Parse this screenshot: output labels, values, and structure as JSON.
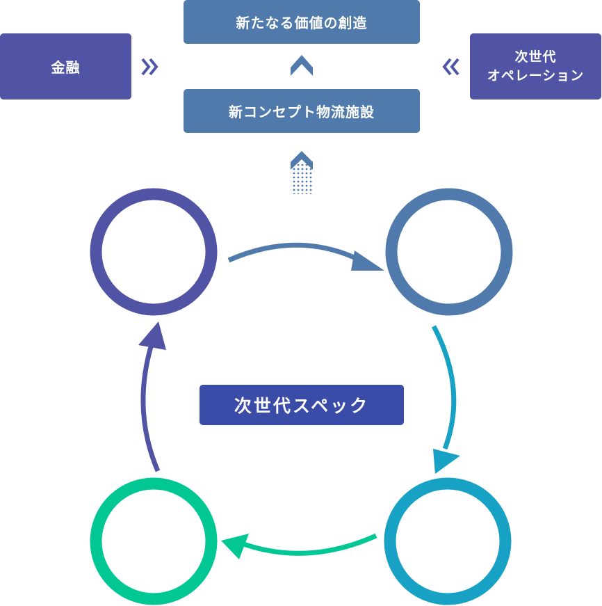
{
  "top_box": {
    "label": "新たなる価値の創造"
  },
  "mid_box": {
    "label": "新コンセプト物流施設"
  },
  "left_box": {
    "label": "金融"
  },
  "right_box": {
    "line1": "次世代",
    "line2": "オペレーション"
  },
  "center_box": {
    "label": "次世代スペック"
  },
  "colors": {
    "box_blue": "#4f7aab",
    "box_purple": "#5154a5",
    "center_box": "#3a4ba8",
    "circle_purple": "#5154a5",
    "circle_blue": "#4f7aab",
    "circle_cyan": "#17a1c5",
    "circle_green": "#00c793"
  },
  "icons": {
    "left_chevron": "double-chevron-right-icon",
    "right_chevron": "double-chevron-left-icon",
    "up_chevron": "chevron-up-icon",
    "dotted_arrow": "dotted-up-arrow-icon"
  }
}
